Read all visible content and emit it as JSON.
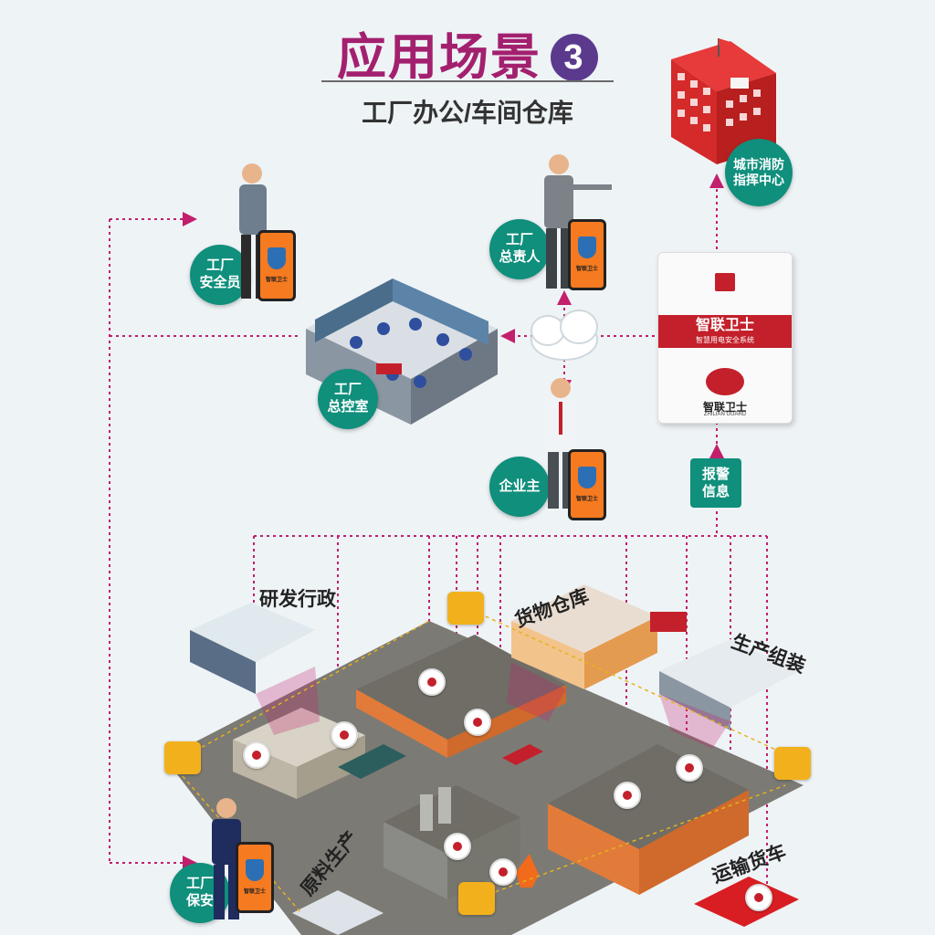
{
  "header": {
    "title": "应用场景",
    "scene_number": "3",
    "subtitle": "工厂办公/车间仓库"
  },
  "roles": {
    "safety_officer": "工厂\n安全员",
    "general_manager": "工厂\n总责人",
    "control_room": "工厂\n总控室",
    "owner": "企业主",
    "guard": "工厂\n保安",
    "fire_center": "城市消防\n指挥中心"
  },
  "device": {
    "brand": "智联卫士",
    "tagline": "智慧用电安全系统",
    "brand_bottom": "智联卫士",
    "brand_en": "ZHILIAN GUARD",
    "phone_app_label": "智联卫士"
  },
  "alarm_info": "报警\n信息",
  "zones": {
    "rd_admin": "研发行政",
    "warehouse": "货物仓库",
    "assembly": "生产组装",
    "raw_production": "原料生产",
    "truck": "运输货车"
  },
  "colors": {
    "title": "#a3206f",
    "accent_teal": "#0f8f7c",
    "brand_red": "#c3202b",
    "camera_yellow": "#f2b11c",
    "link_magenta": "#c21f6c"
  },
  "icons": [
    "camera-icon",
    "smoke-detector-icon",
    "cloud-icon",
    "building-icon",
    "phone-icon",
    "shield-icon"
  ]
}
